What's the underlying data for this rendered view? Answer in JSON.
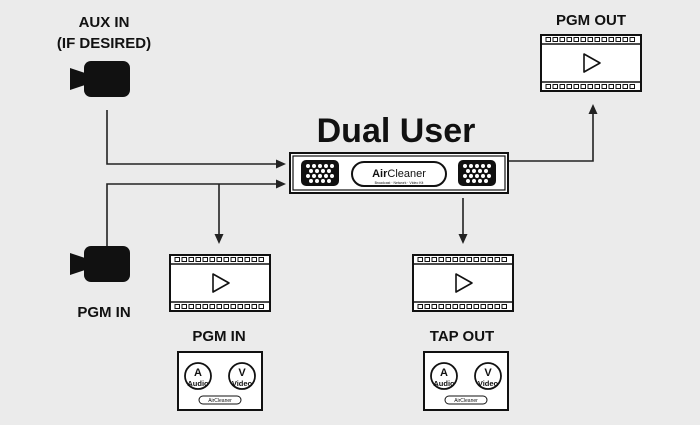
{
  "title": "Dual User",
  "labels": {
    "aux_in": "AUX IN",
    "aux_in_note": "(IF DESIRED)",
    "pgm_out": "PGM OUT",
    "pgm_in_source": "PGM IN",
    "pgm_in_monitor": "PGM IN",
    "tap_out": "TAP OUT"
  },
  "device": {
    "brand_prefix": "Air",
    "brand_suffix": "Cleaner",
    "small_text": "Broadcast · Network · Video Kit"
  },
  "badges": {
    "audio_letter": "A",
    "audio_label": "Audio",
    "video_letter": "V",
    "video_label": "Video",
    "brand": "AirCleaner"
  },
  "colors": {
    "background": "#ebebeb",
    "ink": "#111111"
  }
}
